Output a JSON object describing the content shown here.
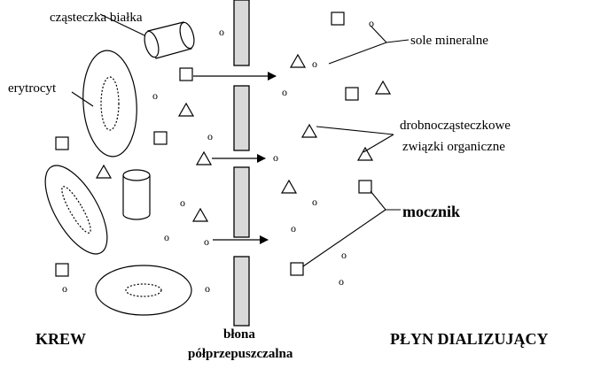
{
  "labels": {
    "protein": "cząsteczka białka",
    "erythrocyte": "erytrocyt",
    "mineral_salts": "sole mineralne",
    "small_organic_1": "drobnocząsteczkowe",
    "small_organic_2": "związki organiczne",
    "urea": "mocznik",
    "blood": "KREW",
    "membrane_1": "błona",
    "membrane_2": "półprzepuszczalna",
    "dialysate": "PŁYN DIALIZUJĄCY"
  },
  "small_particle_glyph": "o"
}
